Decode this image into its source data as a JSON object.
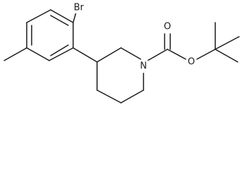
{
  "molecule": {
    "atom_labels": {
      "bromine": "Br",
      "nitrogen": "N",
      "carbonyl_oxygen": "O",
      "ester_oxygen": "O"
    }
  }
}
